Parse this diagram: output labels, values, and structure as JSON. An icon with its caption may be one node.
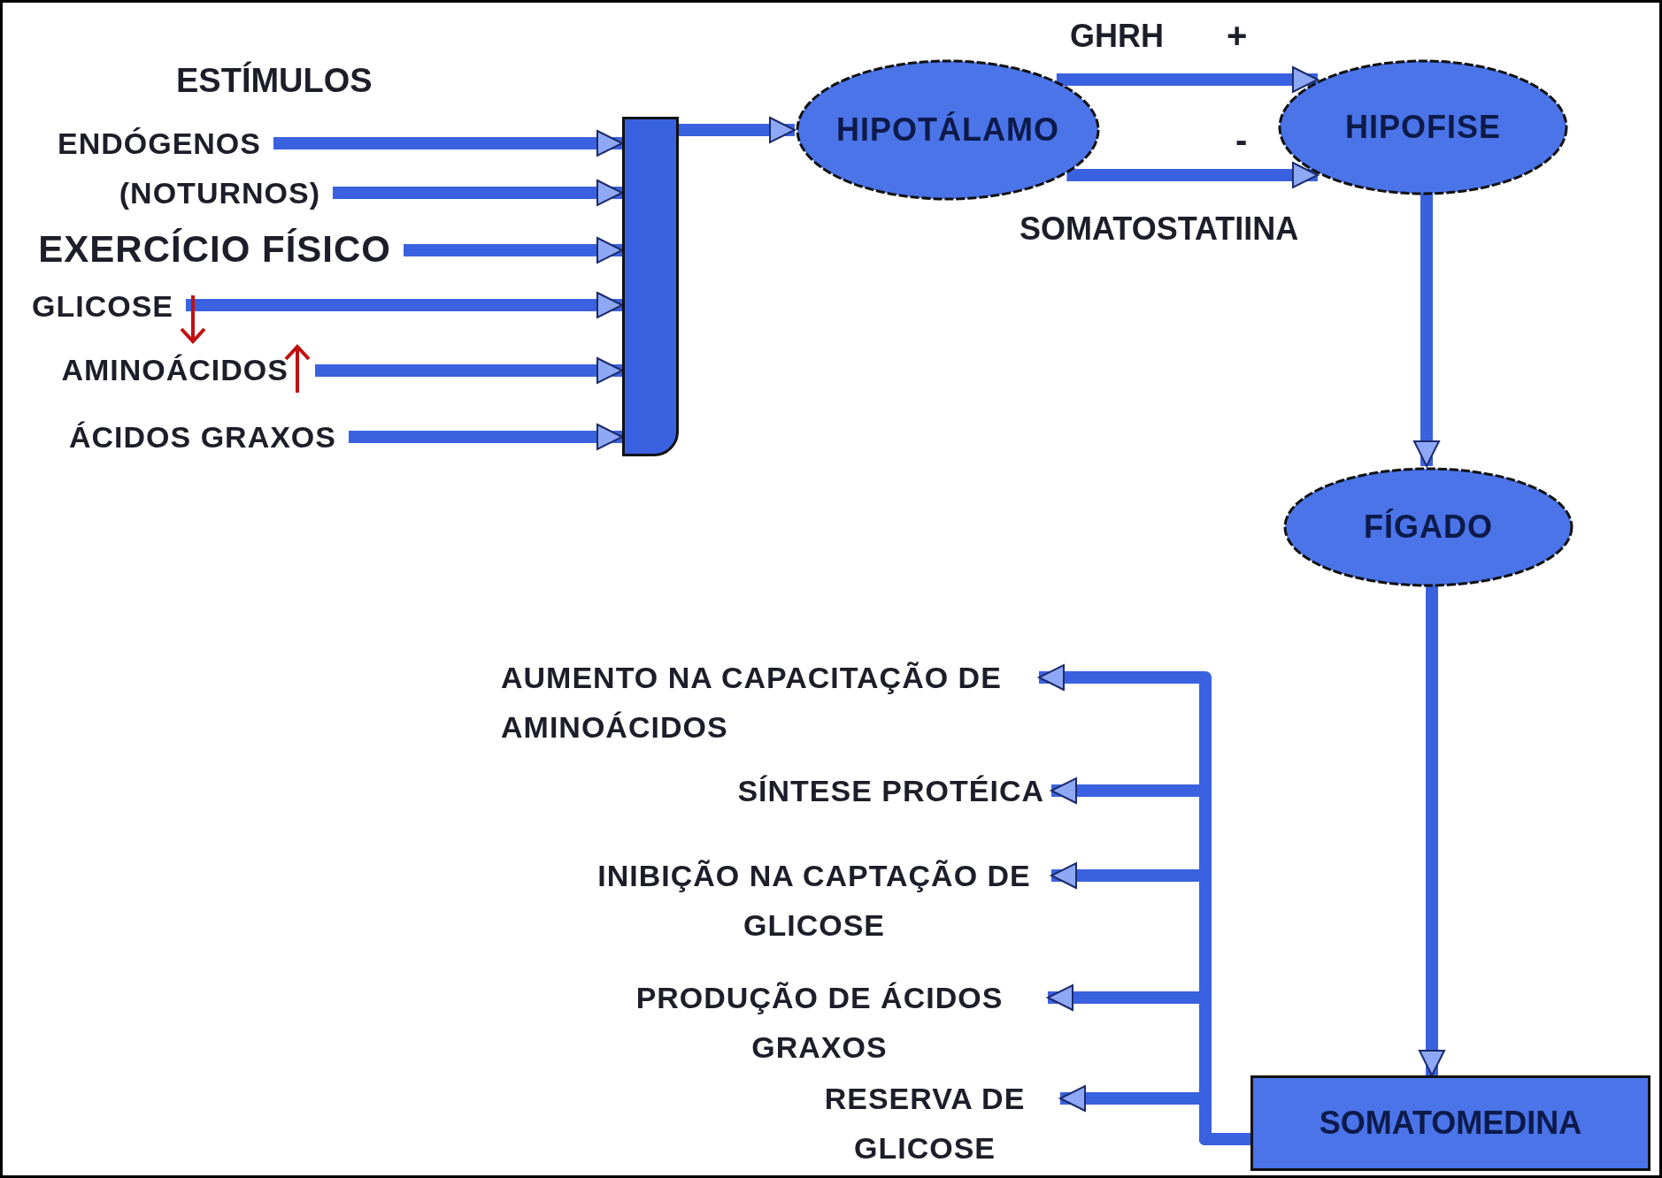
{
  "diagram": {
    "nodes": [
      {
        "text": [
          "ENDÓGENOS"
        ]
      },
      {
        "text": [
          "(NOTURNOS)"
        ]
      },
      {
        "text": [
          "EXERCÍCIO FÍSICO"
        ]
      },
      {
        "text": [
          "GLICOSE"
        ]
      },
      {
        "text": [
          "AMINOÁCIDOS"
        ]
      },
      {
        "text": [
          "ÁCIDOS GRAXOS"
        ]
      },
      {
        "text": [],
        "shape": "bar"
      },
      {
        "text": [
          "HIPOTÁLAMO"
        ]
      },
      {
        "text": [
          "HIPOFISE"
        ]
      },
      {
        "text": [
          "FÍGADO"
        ]
      },
      {
        "text": [
          "SOMATOMEDINA"
        ]
      },
      {
        "text": [
          "AUMENTO NA CAPACITAÇÃO DE AMINOÁCIDOS"
        ]
      },
      {
        "text": [
          "SÍNTESE PROTÉICA"
        ]
      },
      {
        "text": [
          "INIBIÇÃO NA CAPTAÇÃO DE GLICOSE"
        ]
      },
      {
        "text": [
          "PRODUÇÃO DE ÁCIDOS GRAXOS"
        ]
      },
      {
        "text": [
          "RESERVA DE GLICOSE"
        ]
      }
    ],
    "edges": [
      {
        "from": 0,
        "to": 6,
        "arrow": "to"
      },
      {
        "from": 1,
        "to": 6,
        "arrow": "to"
      },
      {
        "from": 2,
        "to": 6,
        "arrow": "to"
      },
      {
        "from": 3,
        "to": 6,
        "arrow": "to"
      },
      {
        "from": 4,
        "to": 6,
        "arrow": "to"
      },
      {
        "from": 5,
        "to": 6,
        "arrow": "to"
      },
      {
        "from": 6,
        "to": 7,
        "arrow": "to"
      },
      {
        "from": 7,
        "to": 8,
        "arrow": "to",
        "label": "GHRH"
      },
      {
        "from": 7,
        "to": 8,
        "arrow": "to",
        "label": "SOMATOSTATIINA"
      },
      {
        "from": 8,
        "to": 9,
        "arrow": "to"
      },
      {
        "from": 9,
        "to": 10,
        "arrow": "to"
      },
      {
        "from": 10,
        "to": 11,
        "arrow": "to"
      },
      {
        "from": 10,
        "to": 12,
        "arrow": "to"
      },
      {
        "from": 10,
        "to": 13,
        "arrow": "to"
      },
      {
        "from": 10,
        "to": 14,
        "arrow": "to"
      },
      {
        "from": 10,
        "to": 15,
        "arrow": "to"
      }
    ],
    "labels": [
      "ESTÍMULOS",
      "+",
      "-"
    ]
  }
}
